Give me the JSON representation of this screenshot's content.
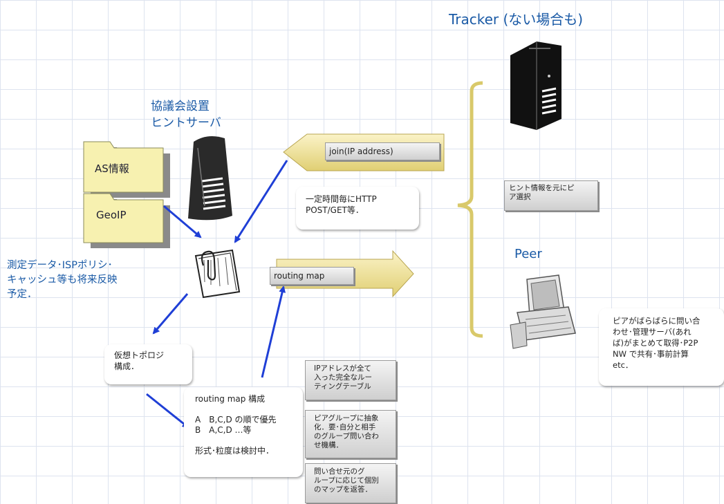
{
  "labels": {
    "tracker_title": "Tracker (ない場合も)",
    "hint_server": "協議会設置\n  ヒントサーバ",
    "as_info": "AS情報",
    "geoip": "GeoIP",
    "peer": "Peer",
    "measurement_note": "測定データ･ISPポリシ･\nキャッシュ等も将来反映\n予定．"
  },
  "arrows": {
    "join": "join(IP address)",
    "routing_map": "routing map"
  },
  "notes": {
    "http_post": "一定時間毎にHTTP\nPOST/GET等．",
    "virtual_topology": "仮想トポロジ\n構成．",
    "routing_map_compose": "routing map 構成\n\nA　B,C,D の順で優先\nB　A,C,D …等\n\n形式･粒度は検討中．",
    "peer_note": "ピアがばらばらに問い合\nわせ･管理サーバ(あれ\nば)がまとめて取得･P2P\nNW で共有･事前計算\netc．"
  },
  "boxes": {
    "hint_select": "ヒント情報を元にピ\nア選択",
    "full_table": "IPアドレスが全て\n入った完全なルー\nティングテーブル",
    "peer_group": "ピアグループに抽象\n化．要･自分と相手\nのグループ問い合わ\nせ機構．",
    "per_group": "問い合せ元のグ\nループに応じて個別\nのマップを返答．"
  },
  "colors": {
    "accent_blue": "#1a5aa6",
    "arrow_blue": "#1f3fd6",
    "folder_yellow": "#f7f1b0",
    "brace_gold": "#d9c96a"
  }
}
